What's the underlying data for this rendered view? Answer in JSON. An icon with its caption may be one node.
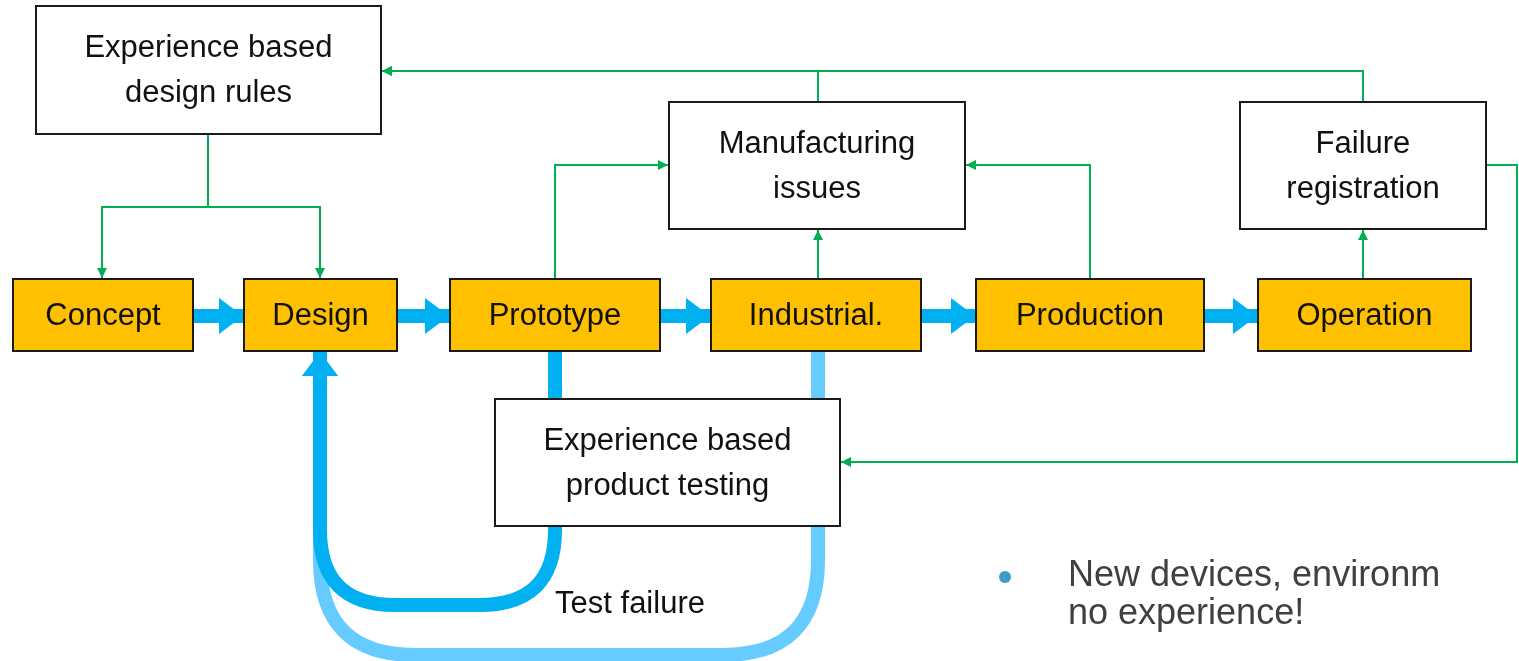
{
  "diagram": {
    "nodes": [
      {
        "text": [
          "Experience based design rules"
        ]
      },
      {
        "text": [
          "Manufacturing issues"
        ]
      },
      {
        "text": [
          "Failure registration"
        ]
      },
      {
        "text": [
          "Concept"
        ]
      },
      {
        "text": [
          "Design"
        ]
      },
      {
        "text": [
          "Prototype"
        ]
      },
      {
        "text": [
          "Industrial."
        ]
      },
      {
        "text": [
          "Production"
        ]
      },
      {
        "text": [
          "Operation"
        ]
      },
      {
        "text": [
          "Experience based product testing"
        ]
      }
    ],
    "edges": [
      {
        "from": 3,
        "to": 4,
        "arrow": "to",
        "style": "thick",
        "color": "#00b0f0"
      },
      {
        "from": 4,
        "to": 5,
        "arrow": "to",
        "style": "thick",
        "color": "#00b0f0"
      },
      {
        "from": 5,
        "to": 6,
        "arrow": "to",
        "style": "thick",
        "color": "#00b0f0"
      },
      {
        "from": 6,
        "to": 7,
        "arrow": "to",
        "style": "thick",
        "color": "#00b0f0"
      },
      {
        "from": 7,
        "to": 8,
        "arrow": "to",
        "style": "thick",
        "color": "#00b0f0"
      },
      {
        "from": 0,
        "to": 3,
        "arrow": "to"
      },
      {
        "from": 0,
        "to": 4,
        "arrow": "to"
      },
      {
        "from": 5,
        "to": 1,
        "arrow": "to"
      },
      {
        "from": 6,
        "to": 1,
        "arrow": "to"
      },
      {
        "from": 7,
        "to": 1,
        "arrow": "to"
      },
      {
        "from": 1,
        "to": 0,
        "arrow": "to"
      },
      {
        "from": 2,
        "to": 0,
        "arrow": "to"
      },
      {
        "from": 8,
        "to": 2,
        "arrow": "to"
      },
      {
        "from": 2,
        "to": 9,
        "arrow": "to"
      },
      {
        "from": 5,
        "to": 9,
        "arrow": "none",
        "style": "thick",
        "color": "#00b0f0"
      },
      {
        "from": 9,
        "to": 4,
        "arrow": "to",
        "style": "thick",
        "color": "#00b0f0",
        "label": "Test failure"
      },
      {
        "from": 6,
        "to": 9,
        "arrow": "none",
        "style": "thick",
        "color": "#66ccff"
      },
      {
        "from": 9,
        "to": 4,
        "arrow": "to",
        "style": "thick",
        "color": "#66ccff"
      }
    ],
    "labels": [
      "New devices, environm no experience!"
    ]
  }
}
